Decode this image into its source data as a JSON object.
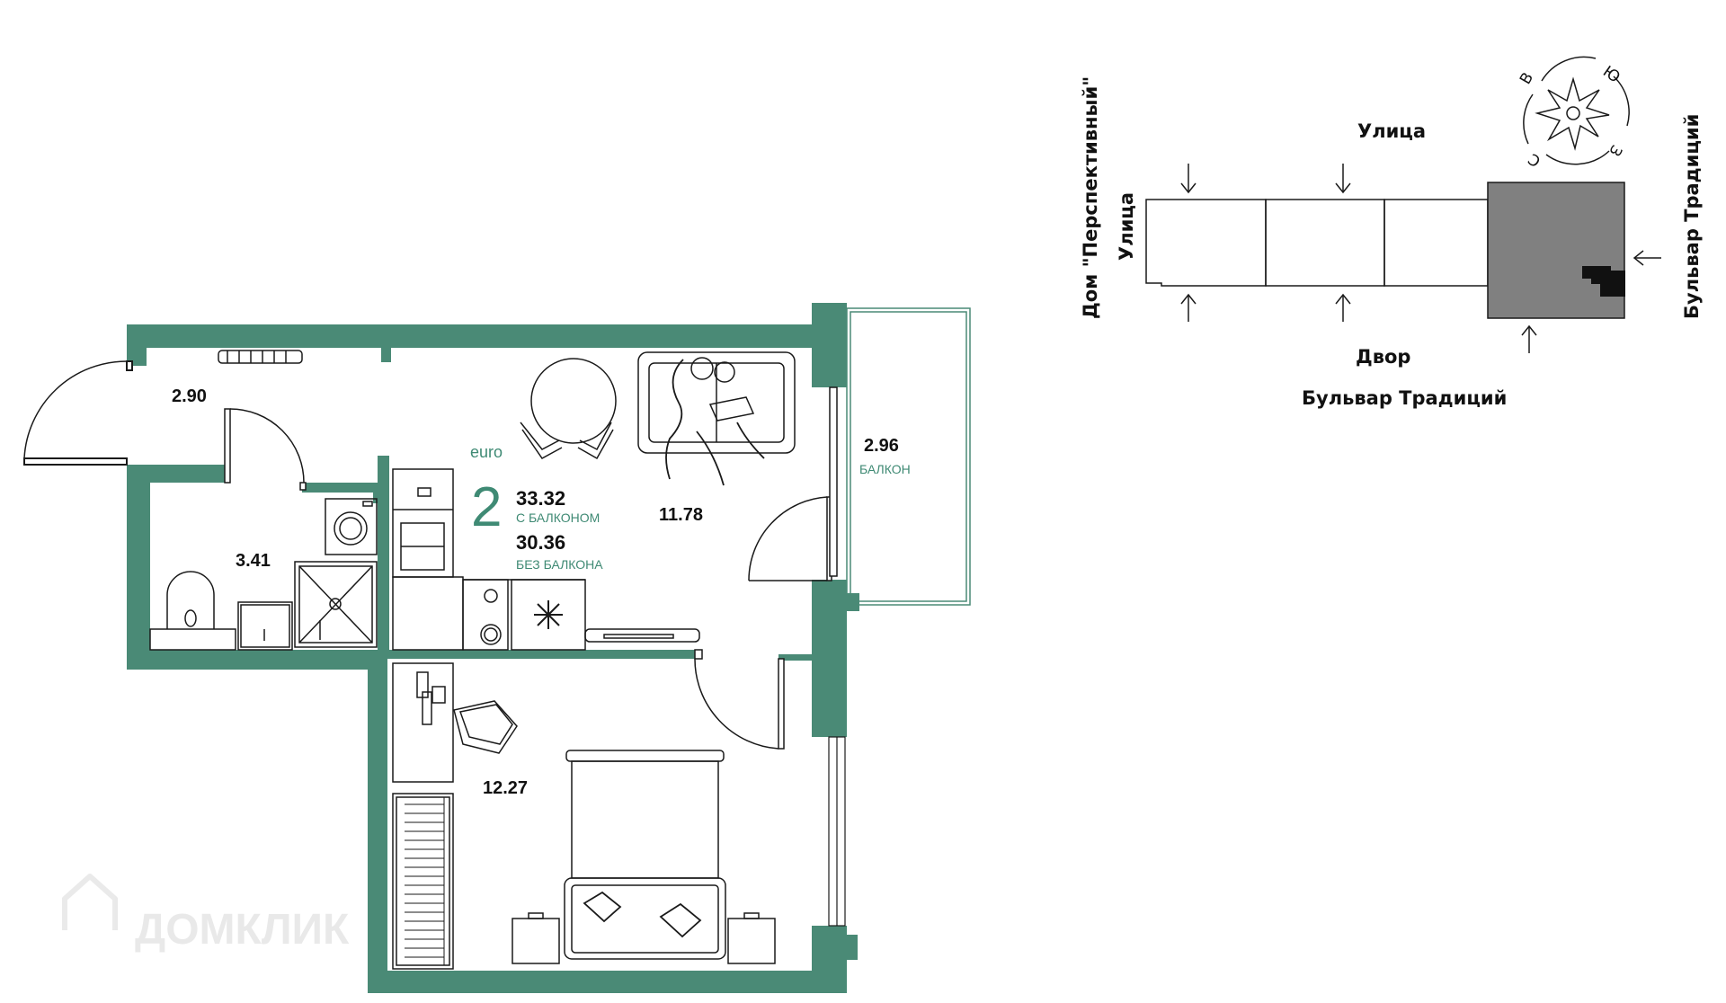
{
  "plan": {
    "rooms_label": "2",
    "type_label": "euro",
    "area_with_balcony": "33.32",
    "area_with_balcony_caption": "С БАЛКОНОМ",
    "area_without_balcony": "30.36",
    "area_without_balcony_caption": "БЕЗ БАЛКОНА",
    "rooms": [
      {
        "id": "hall",
        "area": "2.90"
      },
      {
        "id": "bathroom",
        "area": "3.41"
      },
      {
        "id": "kitchen-living",
        "area": "11.78"
      },
      {
        "id": "balcony",
        "area": "2.96",
        "caption": "БАЛКОН"
      },
      {
        "id": "bedroom",
        "area": "12.27"
      }
    ]
  },
  "site_plan": {
    "street_top": "Улица",
    "left_side": "Дом \"Перспективный\"",
    "left_side_street": "Улица",
    "right_side": "Бульвар Традиций",
    "courtyard": "Двор",
    "bottom_street": "Бульвар Традиций",
    "compass": [
      "Ю",
      "З",
      "С",
      "В"
    ]
  },
  "watermark": "ДОМКЛИК",
  "colors": {
    "wall": "#4a8a76",
    "accent_text": "#3f8a74",
    "line": "#1a1a1a",
    "site_highlight": "#808080"
  }
}
